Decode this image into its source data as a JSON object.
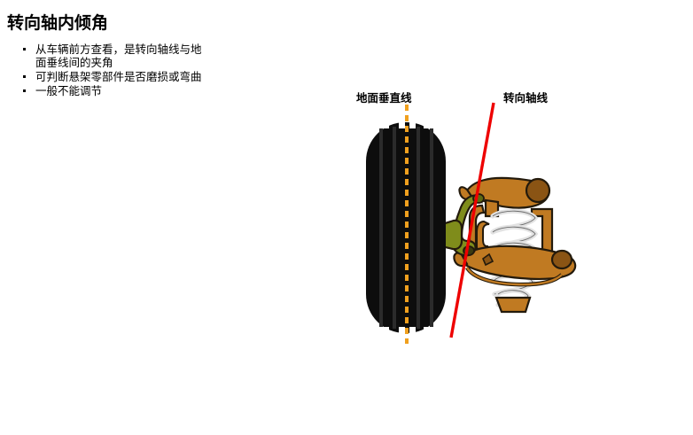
{
  "page": {
    "title": "转向轴内倾角",
    "background_color": "#ffffff"
  },
  "bullets": [
    {
      "text": "从车辆前方查看，是转向轴线与地\n面垂线间的夹角"
    },
    {
      "text": "可判断悬架零部件是否磨损或弯曲"
    },
    {
      "text": "一般不能调节"
    }
  ],
  "diagram": {
    "labels": {
      "ground_vertical": "地面垂直线",
      "steering_axis": "转向轴线"
    },
    "colors": {
      "tire_black": "#0d0d0d",
      "tread_groove": "#262626",
      "ground_line_orange": "#f0a01e",
      "steering_axis_red": "#ee0000",
      "control_arm_orange": "#c07a22",
      "control_arm_dark": "#8a5414",
      "knuckle_olive": "#7f8c1b",
      "spring_silver": "#d8d8d8",
      "spring_outline": "#4a4a4a"
    }
  }
}
